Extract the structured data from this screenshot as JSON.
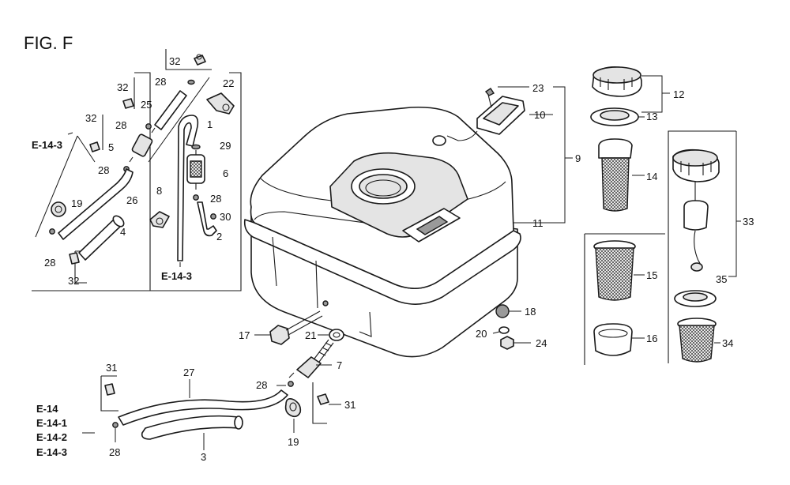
{
  "title": "FIG. F",
  "callouts": {
    "c1": "1",
    "c2": "2",
    "c3": "3",
    "c4": "4",
    "c5": "5",
    "c6": "6",
    "c7": "7",
    "c8": "8",
    "c9": "9",
    "c10": "10",
    "c11": "11",
    "c12": "12",
    "c13": "13",
    "c14": "14",
    "c15": "15",
    "c16": "16",
    "c17": "17",
    "c18": "18",
    "c19a": "19",
    "c19b": "19",
    "c20": "20",
    "c21": "21",
    "c22": "22",
    "c23": "23",
    "c24": "24",
    "c25": "25",
    "c26": "26",
    "c27": "27",
    "c28a": "28",
    "c28b": "28",
    "c28c": "28",
    "c28d": "28",
    "c28e": "28",
    "c28f": "28",
    "c28g": "28",
    "c29": "29",
    "c30": "30",
    "c31a": "31",
    "c31b": "31",
    "c32a": "32",
    "c32b": "32",
    "c32c": "32",
    "c32d": "32",
    "c33": "33",
    "c34": "34",
    "c35": "35"
  },
  "references": {
    "left_top": "E-14-3",
    "left_bottom": "E-14-3",
    "bottom_1": "E-14",
    "bottom_2": "E-14-1",
    "bottom_3": "E-14-2",
    "bottom_4": "E-14-3"
  }
}
